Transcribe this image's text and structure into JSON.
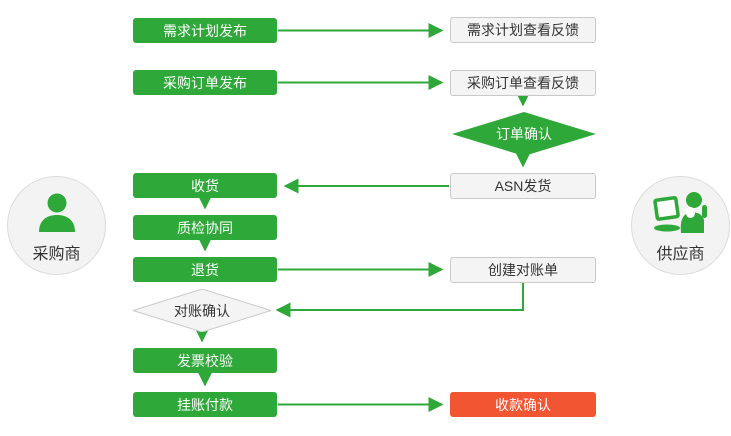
{
  "diagram": {
    "colors": {
      "green": "#2EA838",
      "red": "#F25532",
      "light_fill": "#F4F4F4",
      "light_border": "#C9C9C9",
      "circle_fill": "#F3F3F3",
      "circle_border": "#DBDBDB",
      "text_dark": "#333333",
      "text_light": "#FFFFFF"
    },
    "actors": {
      "buyer": {
        "label": "采购商",
        "icon": "person-icon"
      },
      "supplier": {
        "label": "供应商",
        "icon": "person-laptop-icon"
      }
    },
    "nodes": {
      "demand_plan_publish": "需求计划发布",
      "demand_plan_feedback": "需求计划查看反馈",
      "po_publish": "采购订单发布",
      "po_feedback": "采购订单查看反馈",
      "order_confirm": "订单确认",
      "asn_ship": "ASN发货",
      "receive_goods": "收货",
      "quality_collaboration": "质检协同",
      "return_goods": "退货",
      "create_statement": "创建对账单",
      "statement_confirm": "对账确认",
      "invoice_check": "发票校验",
      "book_payment": "挂账付款",
      "receipt_confirm": "收款确认"
    }
  }
}
